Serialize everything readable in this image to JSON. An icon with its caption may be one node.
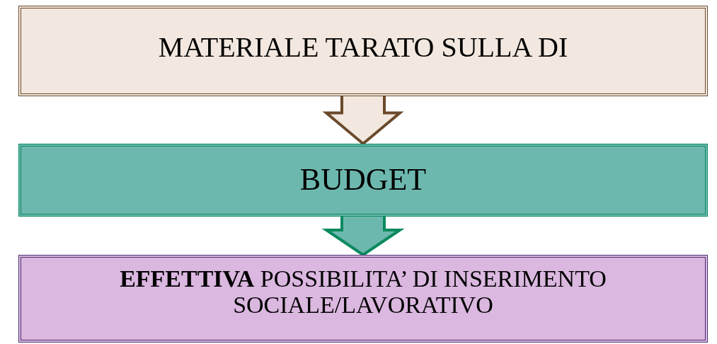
{
  "diagram": {
    "nodes": [
      {
        "text": [
          "MATERIALE TARATO SULLA DI"
        ]
      },
      {
        "text": [
          "BUDGET"
        ]
      },
      {
        "text": [
          "**EFFETTIVA** POSSIBILITA’ DI INSERIMENTO SOCIALE/LAVORATIVO"
        ]
      }
    ],
    "edges": [
      {
        "from": 0,
        "to": 1,
        "arrow": "to",
        "style": "thick",
        "color": "#6b4a2b"
      },
      {
        "from": 1,
        "to": 2,
        "arrow": "to",
        "style": "thick",
        "color": "#0a8a5f"
      }
    ]
  }
}
